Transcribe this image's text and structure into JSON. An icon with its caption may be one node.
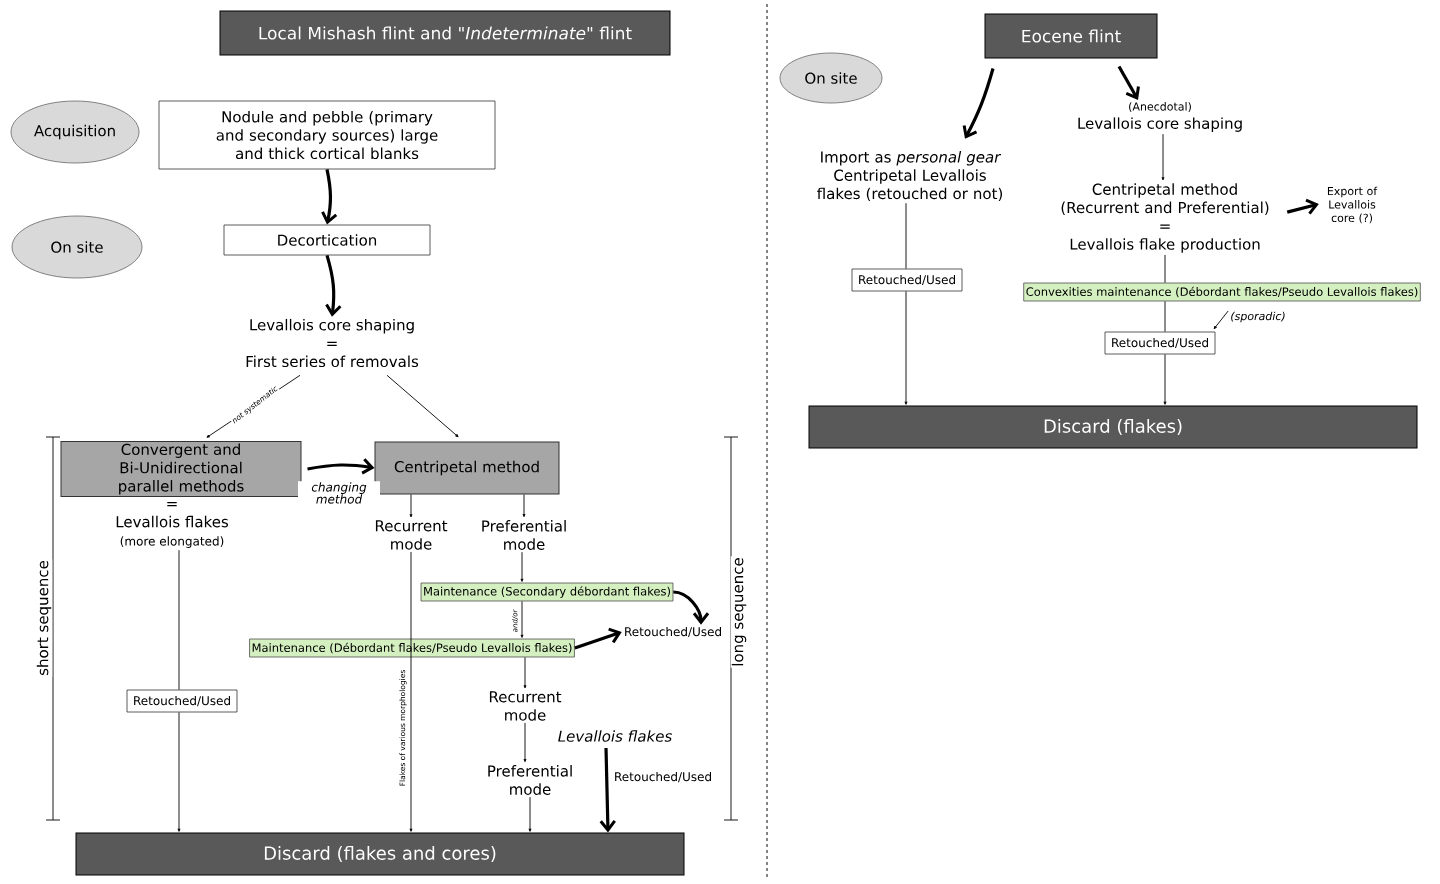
{
  "diagram": {
    "nodes": [
      {
        "text": [
          "Local Mishash flint and \"*Indeterminate*\" flint"
        ]
      },
      {
        "text": [
          "Acquisition"
        ]
      },
      {
        "text": [
          "Nodule and pebble (primary and secondary sources) large and thick cortical blanks"
        ]
      },
      {
        "text": [
          "On site"
        ]
      },
      {
        "text": [
          "Decortication"
        ]
      },
      {
        "text": [
          "Levallois core shaping",
          "=",
          "First series of removals"
        ]
      },
      {
        "text": [
          "Convergent and Bi-Unidirectional parallel methods"
        ]
      },
      {
        "text": [
          "=",
          "Levallois flakes",
          "(more elongated)"
        ]
      },
      {
        "text": [
          "Centripetal method"
        ]
      },
      {
        "text": [
          "Recurrent mode"
        ]
      },
      {
        "text": [
          "Preferential mode"
        ]
      },
      {
        "text": [
          "Maintenance (Secondary débordant flakes)"
        ]
      },
      {
        "text": [
          "Maintenance (Débordant flakes/Pseudo Levallois flakes)"
        ]
      },
      {
        "text": [
          "Retouched/Used"
        ]
      },
      {
        "text": [
          "Retouched/Used"
        ]
      },
      {
        "text": [
          "Recurrent mode"
        ]
      },
      {
        "text": [
          "Levallois flakes"
        ]
      },
      {
        "text": [
          "Preferential mode"
        ]
      },
      {
        "text": [
          "Discard (flakes and cores)"
        ]
      },
      {
        "text": [
          "Eocene flint"
        ]
      },
      {
        "text": [
          "On site"
        ]
      },
      {
        "text": [
          "Import as *personal gear* Centripetal Levallois flakes (retouched or not)"
        ]
      },
      {
        "text": [
          "(Anecdotal)",
          "Levallois core shaping"
        ]
      },
      {
        "text": [
          "Retouched/Used"
        ]
      },
      {
        "text": [
          "Centripetal method (Recurrent and Preferential)",
          "=",
          "Levallois flake production"
        ]
      },
      {
        "text": [
          "Export of Levallois core (?)"
        ]
      },
      {
        "text": [
          "Convexities maintenance (Débordant flakes/Pseudo Levallois flakes)"
        ]
      },
      {
        "text": [
          "(sporadic)"
        ]
      },
      {
        "text": [
          "Retouched/Used"
        ]
      },
      {
        "text": [
          "Discard (flakes)"
        ]
      }
    ],
    "edges": [
      {
        "from": 2,
        "to": 4,
        "arrow": "to",
        "style": "thick"
      },
      {
        "from": 4,
        "to": 5,
        "arrow": "to",
        "style": "thick"
      },
      {
        "from": 5,
        "to": 6,
        "arrow": "to",
        "label": "not systematic"
      },
      {
        "from": 5,
        "to": 8,
        "arrow": "to"
      },
      {
        "from": 6,
        "to": 8,
        "arrow": "to",
        "label": "changing method",
        "style": "thick"
      },
      {
        "from": 8,
        "to": 9,
        "arrow": "to"
      },
      {
        "from": 8,
        "to": 10,
        "arrow": "to"
      },
      {
        "from": 10,
        "to": 11,
        "arrow": "to"
      },
      {
        "from": 11,
        "to": 12,
        "arrow": "to",
        "label": "and/or"
      },
      {
        "from": 12,
        "to": 13,
        "arrow": "to",
        "style": "thick"
      },
      {
        "from": 11,
        "to": 13,
        "arrow": "to",
        "style": "thick"
      },
      {
        "from": 12,
        "to": 15,
        "arrow": "to"
      },
      {
        "from": 15,
        "to": 17,
        "arrow": "to"
      },
      {
        "from": 17,
        "to": 18,
        "arrow": "to"
      },
      {
        "from": 16,
        "to": 18,
        "arrow": "to",
        "label": "Retouched/Used",
        "style": "thick"
      },
      {
        "from": 9,
        "to": 18,
        "arrow": "to",
        "label": "Flakes of various morphologies"
      },
      {
        "from": 7,
        "to": 14,
        "arrow": "none"
      },
      {
        "from": 14,
        "to": 18,
        "arrow": "to"
      },
      {
        "from": 19,
        "to": 21,
        "arrow": "to",
        "style": "thick"
      },
      {
        "from": 19,
        "to": 22,
        "arrow": "to",
        "style": "thick"
      },
      {
        "from": 21,
        "to": 23,
        "arrow": "none"
      },
      {
        "from": 23,
        "to": 29,
        "arrow": "to"
      },
      {
        "from": 22,
        "to": 24,
        "arrow": "to"
      },
      {
        "from": 24,
        "to": 25,
        "arrow": "to",
        "style": "thick"
      },
      {
        "from": 24,
        "to": 26,
        "arrow": "none"
      },
      {
        "from": 26,
        "to": 28,
        "arrow": "none"
      },
      {
        "from": 28,
        "to": 29,
        "arrow": "to"
      },
      {
        "from": 27,
        "to": 28,
        "arrow": "to"
      }
    ],
    "labels": [
      "short sequence",
      "long sequence"
    ]
  }
}
